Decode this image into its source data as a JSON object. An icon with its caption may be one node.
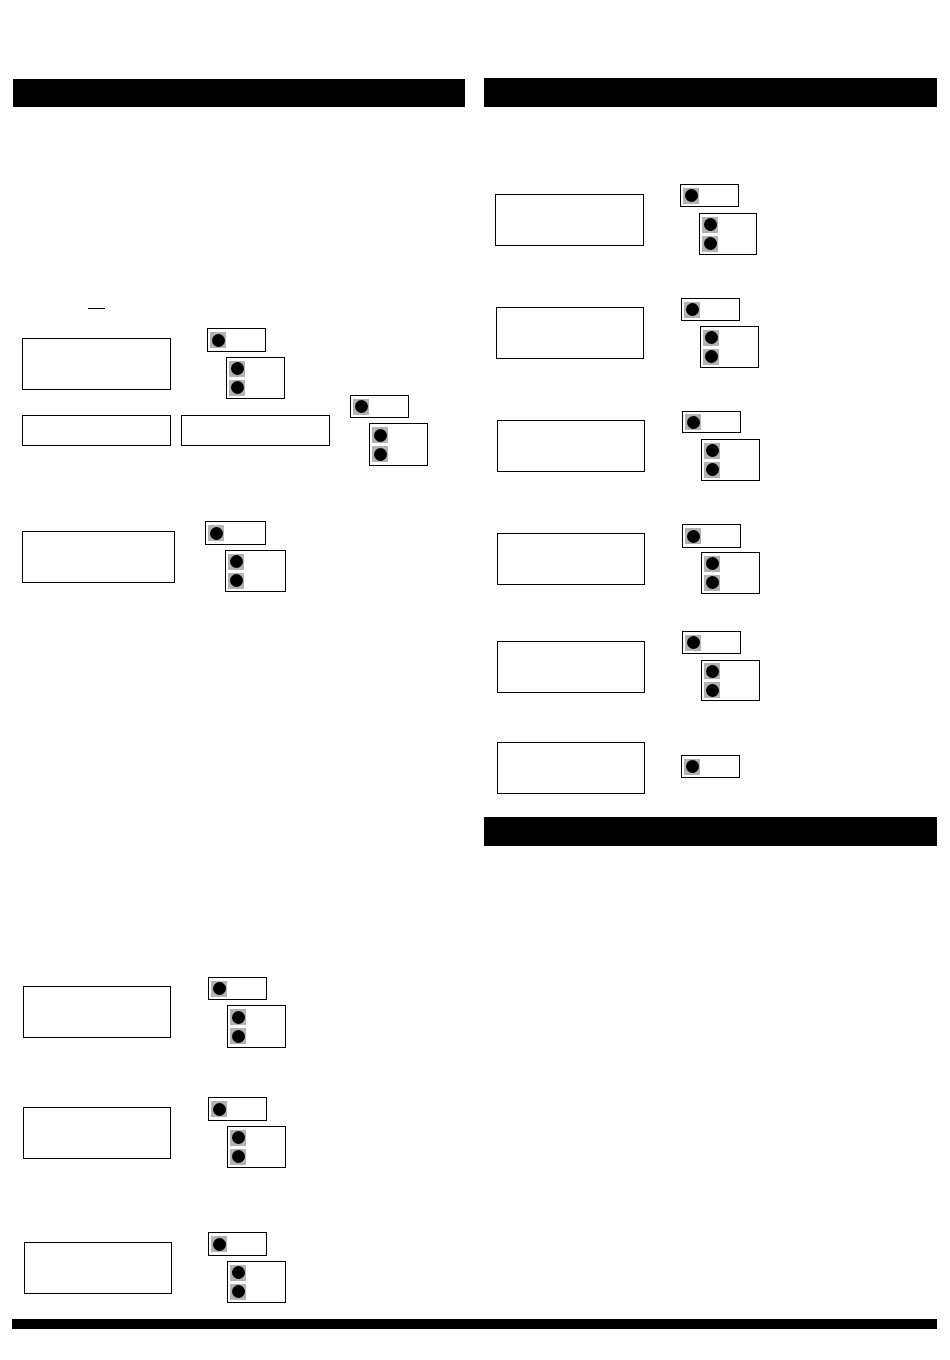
{
  "diagram": {
    "nodes": [
      {
        "text": [],
        "shape": "bar"
      },
      {
        "text": [],
        "shape": "box"
      },
      {
        "text": [],
        "shape": "box"
      },
      {
        "text": [],
        "shape": "circle",
        "in": 2
      },
      {
        "text": [],
        "shape": "box"
      },
      {
        "text": [],
        "shape": "circle",
        "in": 4
      },
      {
        "text": [],
        "shape": "circle",
        "in": 4
      },
      {
        "text": [],
        "shape": "box"
      },
      {
        "text": [],
        "shape": "box"
      },
      {
        "text": [],
        "shape": "box"
      },
      {
        "text": [],
        "shape": "circle",
        "in": 9
      },
      {
        "text": [],
        "shape": "box"
      },
      {
        "text": [],
        "shape": "circle",
        "in": 11
      },
      {
        "text": [],
        "shape": "circle",
        "in": 11
      },
      {
        "text": [],
        "shape": "box"
      },
      {
        "text": [],
        "shape": "box"
      },
      {
        "text": [],
        "shape": "circle",
        "in": 15
      },
      {
        "text": [],
        "shape": "box"
      },
      {
        "text": [],
        "shape": "circle",
        "in": 17
      },
      {
        "text": [],
        "shape": "circle",
        "in": 17
      },
      {
        "text": [],
        "shape": "box"
      },
      {
        "text": [],
        "shape": "box"
      },
      {
        "text": [],
        "shape": "circle",
        "in": 21
      },
      {
        "text": [],
        "shape": "box"
      },
      {
        "text": [],
        "shape": "circle",
        "in": 23
      },
      {
        "text": [],
        "shape": "circle",
        "in": 23
      },
      {
        "text": [],
        "shape": "box"
      },
      {
        "text": [],
        "shape": "box"
      },
      {
        "text": [],
        "shape": "circle",
        "in": 27
      },
      {
        "text": [],
        "shape": "box"
      },
      {
        "text": [],
        "shape": "circle",
        "in": 29
      },
      {
        "text": [],
        "shape": "circle",
        "in": 29
      },
      {
        "text": [],
        "shape": "box"
      },
      {
        "text": [],
        "shape": "box"
      },
      {
        "text": [],
        "shape": "circle",
        "in": 33
      },
      {
        "text": [],
        "shape": "box"
      },
      {
        "text": [],
        "shape": "circle",
        "in": 35
      },
      {
        "text": [],
        "shape": "circle",
        "in": 35
      },
      {
        "text": [],
        "shape": "bar"
      },
      {
        "text": [],
        "shape": "box"
      },
      {
        "text": [],
        "shape": "box"
      },
      {
        "text": [],
        "shape": "circle",
        "in": 40
      },
      {
        "text": [],
        "shape": "box"
      },
      {
        "text": [],
        "shape": "circle",
        "in": 42
      },
      {
        "text": [],
        "shape": "circle",
        "in": 42
      },
      {
        "text": [],
        "shape": "box"
      },
      {
        "text": [],
        "shape": "box"
      },
      {
        "text": [],
        "shape": "circle",
        "in": 46
      },
      {
        "text": [],
        "shape": "box"
      },
      {
        "text": [],
        "shape": "circle",
        "in": 48
      },
      {
        "text": [],
        "shape": "circle",
        "in": 48
      },
      {
        "text": [],
        "shape": "box"
      },
      {
        "text": [],
        "shape": "box"
      },
      {
        "text": [],
        "shape": "circle",
        "in": 52
      },
      {
        "text": [],
        "shape": "box"
      },
      {
        "text": [],
        "shape": "circle",
        "in": 54
      },
      {
        "text": [],
        "shape": "circle",
        "in": 54
      },
      {
        "text": [],
        "shape": "box"
      },
      {
        "text": [],
        "shape": "box"
      },
      {
        "text": [],
        "shape": "circle",
        "in": 58
      },
      {
        "text": [],
        "shape": "box"
      },
      {
        "text": [],
        "shape": "circle",
        "in": 60
      },
      {
        "text": [],
        "shape": "circle",
        "in": 60
      },
      {
        "text": [],
        "shape": "box"
      },
      {
        "text": [],
        "shape": "box"
      },
      {
        "text": [],
        "shape": "circle",
        "in": 64
      },
      {
        "text": [],
        "shape": "box"
      },
      {
        "text": [],
        "shape": "circle",
        "in": 66
      },
      {
        "text": [],
        "shape": "circle",
        "in": 66
      },
      {
        "text": [],
        "shape": "box"
      },
      {
        "text": [],
        "shape": "box"
      },
      {
        "text": [],
        "shape": "circle",
        "in": 70
      },
      {
        "text": [],
        "shape": "bar"
      },
      {
        "text": [],
        "shape": "bar"
      }
    ]
  }
}
